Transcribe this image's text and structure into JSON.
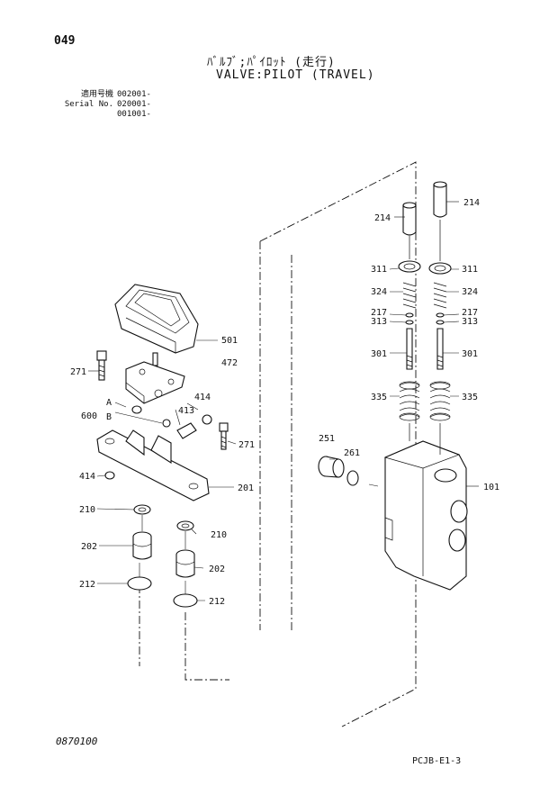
{
  "header": {
    "page_number": "049",
    "title_jp": "ﾊﾞﾙﾌﾞ;ﾊﾟｲﾛｯﾄ (走行)",
    "title_en": "VALVE:PILOT (TRAVEL)"
  },
  "serial": {
    "rows": [
      {
        "label": "適用号機",
        "value": "002001-"
      },
      {
        "label": "Serial No.",
        "value": "020001-"
      },
      {
        "label": "",
        "value": "001001-"
      }
    ]
  },
  "labels": {
    "214a": "214",
    "214b": "214",
    "311a": "311",
    "311b": "311",
    "324a": "324",
    "324b": "324",
    "217a": "217",
    "217b": "217",
    "313a": "313",
    "313b": "313",
    "301a": "301",
    "301b": "301",
    "335a": "335",
    "335b": "335",
    "501": "501",
    "472": "472",
    "271a": "271",
    "271b": "271",
    "414a": "414",
    "414b": "414",
    "A": "A",
    "B": "B",
    "600": "600",
    "413": "413",
    "201": "201",
    "251": "251",
    "261": "261",
    "101": "101",
    "210a": "210",
    "210b": "210",
    "202a": "202",
    "202b": "202",
    "212a": "212",
    "212b": "212"
  },
  "footer": {
    "code_left": "0870100",
    "code_right": "PCJB-E1-3"
  }
}
